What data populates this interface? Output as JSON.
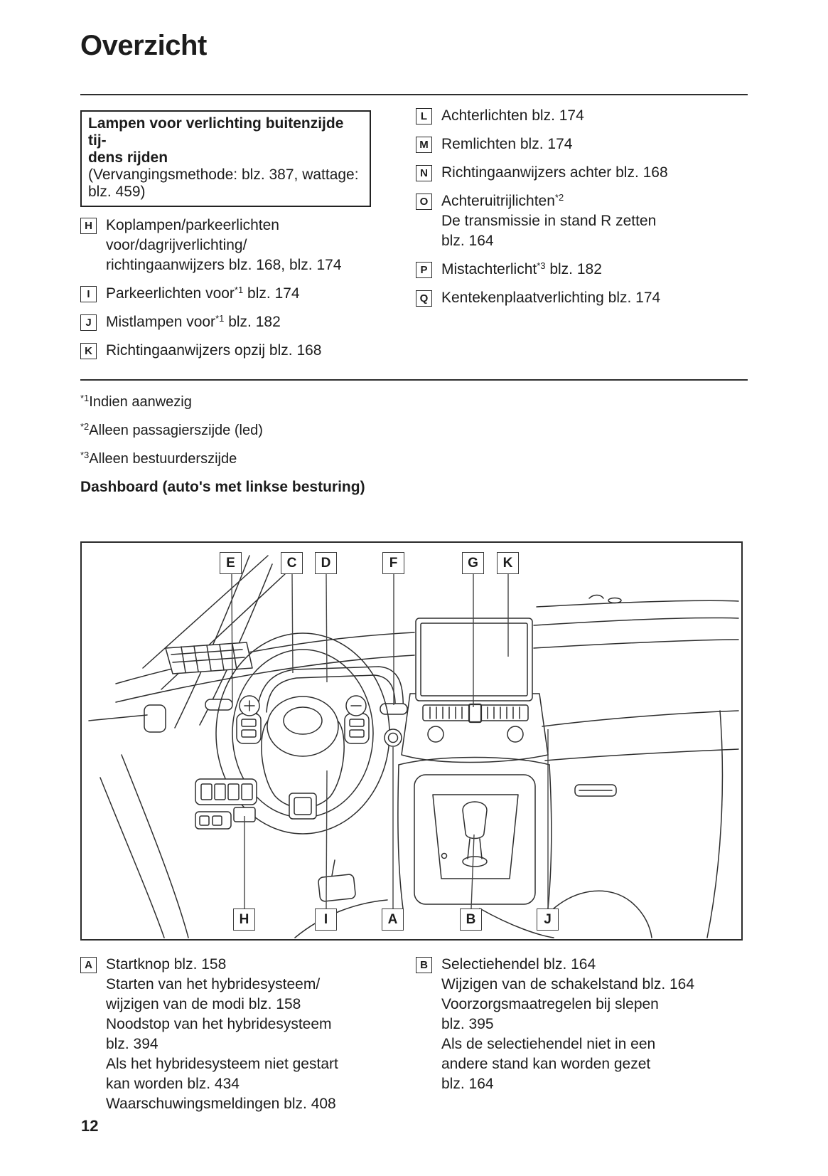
{
  "page": {
    "title": "Overzicht",
    "page_number": "12"
  },
  "lights": {
    "header_box": {
      "bold": "Lampen voor verlichting buitenzijde tij-\ndens rijden",
      "normal": "(Vervangingsmethode: blz. 387, wattage:\nblz. 459)"
    },
    "left_items": [
      {
        "key": "H",
        "pre": "Koplampen/parkeerlichten\nvoor/dagrijverlichting/\nrichtingaanwijzers blz. 168, blz. 174",
        "sup": "",
        "post": ""
      },
      {
        "key": "I",
        "pre": "Parkeerlichten voor",
        "sup": "*1",
        "post": " blz. 174"
      },
      {
        "key": "J",
        "pre": "Mistlampen voor",
        "sup": "*1",
        "post": " blz. 182"
      },
      {
        "key": "K",
        "pre": "Richtingaanwijzers opzij blz. 168",
        "sup": "",
        "post": ""
      }
    ],
    "right_items": [
      {
        "key": "L",
        "pre": "Achterlichten blz. 174",
        "sup": "",
        "post": ""
      },
      {
        "key": "M",
        "pre": "Remlichten blz. 174",
        "sup": "",
        "post": ""
      },
      {
        "key": "N",
        "pre": "Richtingaanwijzers achter blz. 168",
        "sup": "",
        "post": ""
      },
      {
        "key": "O",
        "pre": "Achteruitrijlichten",
        "sup": "*2",
        "post": "\nDe transmissie in stand R zetten\nblz. 164"
      },
      {
        "key": "P",
        "pre": "Mistachterlicht",
        "sup": "*3",
        "post": " blz. 182"
      },
      {
        "key": "Q",
        "pre": "Kentekenplaatverlichting blz. 174",
        "sup": "",
        "post": ""
      }
    ]
  },
  "footnotes": [
    {
      "sup": "*1",
      "text": "Indien aanwezig"
    },
    {
      "sup": "*2",
      "text": "Alleen passagierszijde (led)"
    },
    {
      "sup": "*3",
      "text": "Alleen bestuurderszijde"
    }
  ],
  "dashboard": {
    "heading": "Dashboard (auto's met linkse besturing)",
    "top_callouts": [
      "E",
      "C",
      "D",
      "F",
      "G",
      "K"
    ],
    "bottom_callouts": [
      "H",
      "I",
      "A",
      "B",
      "J"
    ]
  },
  "bottom_items": [
    {
      "key": "A",
      "text": "Startknop blz. 158\nStarten van het hybridesysteem/\nwijzigen van de modi blz. 158\nNoodstop van het hybridesysteem\nblz. 394\nAls het hybridesysteem niet gestart\nkan worden blz. 434\nWaarschuwingsmeldingen blz. 408"
    },
    {
      "key": "B",
      "text": "Selectiehendel blz. 164\nWijzigen van de schakelstand blz. 164\nVoorzorgsmaatregelen bij slepen\nblz. 395\nAls de selectiehendel niet in een\nandere stand kan worden gezet\nblz. 164"
    }
  ]
}
